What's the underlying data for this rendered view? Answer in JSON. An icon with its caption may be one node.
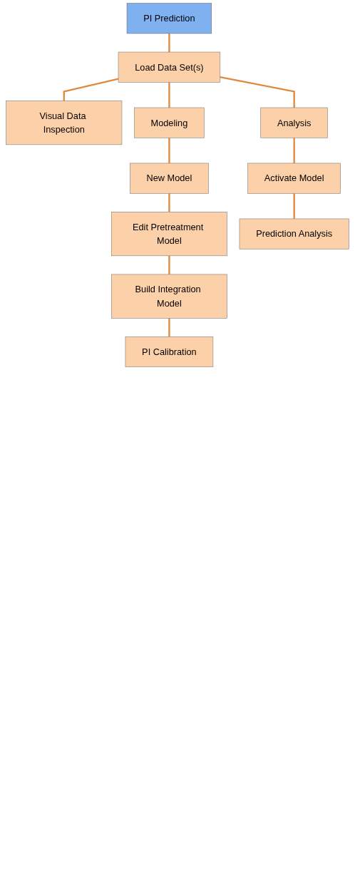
{
  "diagram": {
    "nodes": [
      {
        "text": [
          "PI Prediction"
        ]
      },
      {
        "text": [
          "Load Data Set(s)"
        ]
      },
      {
        "text": [
          "Visual Data Inspection"
        ]
      },
      {
        "text": [
          "Modeling"
        ]
      },
      {
        "text": [
          "Analysis"
        ]
      },
      {
        "text": [
          "New Model"
        ]
      },
      {
        "text": [
          "Activate Model"
        ]
      },
      {
        "text": [
          "Edit Pretreatment Model"
        ]
      },
      {
        "text": [
          "Prediction Analysis"
        ]
      },
      {
        "text": [
          "Build Integration Model"
        ]
      },
      {
        "text": [
          "PI Calibration"
        ]
      }
    ],
    "edges": [
      {
        "from": 0,
        "to": 1,
        "arrow": "none"
      },
      {
        "from": 1,
        "to": 2,
        "arrow": "none"
      },
      {
        "from": 1,
        "to": 3,
        "arrow": "none"
      },
      {
        "from": 1,
        "to": 4,
        "arrow": "none"
      },
      {
        "from": 3,
        "to": 5,
        "arrow": "none"
      },
      {
        "from": 5,
        "to": 7,
        "arrow": "none"
      },
      {
        "from": 7,
        "to": 9,
        "arrow": "none"
      },
      {
        "from": 9,
        "to": 10,
        "arrow": "none"
      },
      {
        "from": 4,
        "to": 6,
        "arrow": "none"
      },
      {
        "from": 6,
        "to": 8,
        "arrow": "none"
      }
    ]
  }
}
